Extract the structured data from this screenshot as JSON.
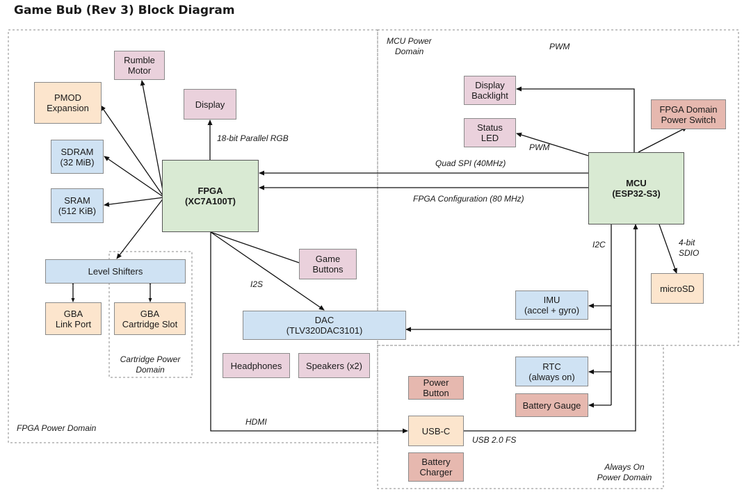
{
  "title": "Game Bub (Rev 3) Block Diagram",
  "domains": {
    "fpga": "FPGA Power Domain",
    "mcu": [
      "MCU Power",
      "Domain"
    ],
    "mcu_pwm": "PWM",
    "always_on": [
      "Always On",
      "Power Domain"
    ],
    "cartridge": [
      "Cartridge Power",
      "Domain"
    ]
  },
  "blocks": {
    "rumble": [
      "Rumble",
      "Motor"
    ],
    "pmod": [
      "PMOD",
      "Expansion"
    ],
    "display": [
      "Display"
    ],
    "sdram": [
      "SDRAM",
      "(32 MiB)"
    ],
    "sram": [
      "SRAM",
      "(512 KiB)"
    ],
    "fpga": [
      "FPGA",
      "(XC7A100T)"
    ],
    "level_shifters": [
      "Level Shifters"
    ],
    "gba_link": [
      "GBA",
      "Link Port"
    ],
    "gba_cart": [
      "GBA",
      "Cartridge Slot"
    ],
    "game_buttons": [
      "Game",
      "Buttons"
    ],
    "dac": [
      "DAC",
      "(TLV320DAC3101)"
    ],
    "headphones": [
      "Headphones"
    ],
    "speakers": [
      "Speakers (x2)"
    ],
    "display_backlight": [
      "Display",
      "Backlight"
    ],
    "status_led": [
      "Status",
      "LED"
    ],
    "fpga_power_switch": [
      "FPGA Domain",
      "Power Switch"
    ],
    "mcu": [
      "MCU",
      "(ESP32-S3)"
    ],
    "microsd": [
      "microSD"
    ],
    "imu": [
      "IMU",
      "(accel + gyro)"
    ],
    "rtc": [
      "RTC",
      "(always on)"
    ],
    "battery_gauge": [
      "Battery Gauge"
    ],
    "power_button": [
      "Power",
      "Button"
    ],
    "usbc": [
      "USB-C"
    ],
    "battery_charger": [
      "Battery",
      "Charger"
    ]
  },
  "links": {
    "parallel_rgb": "18-bit Parallel RGB",
    "pwm": "PWM",
    "quad_spi": "Quad SPI (40MHz)",
    "fpga_config": "FPGA Configuration (80 MHz)",
    "i2s": "I2S",
    "i2c": "I2C",
    "sdio": [
      "4-bit",
      "SDIO"
    ],
    "hdmi": "HDMI",
    "usb": "USB 2.0 FS"
  },
  "colors": {
    "pink": "#ead1dc",
    "orange": "#fce5cd",
    "blue": "#cfe2f3",
    "green": "#d9ead3",
    "salmon": "#e6b8af"
  }
}
